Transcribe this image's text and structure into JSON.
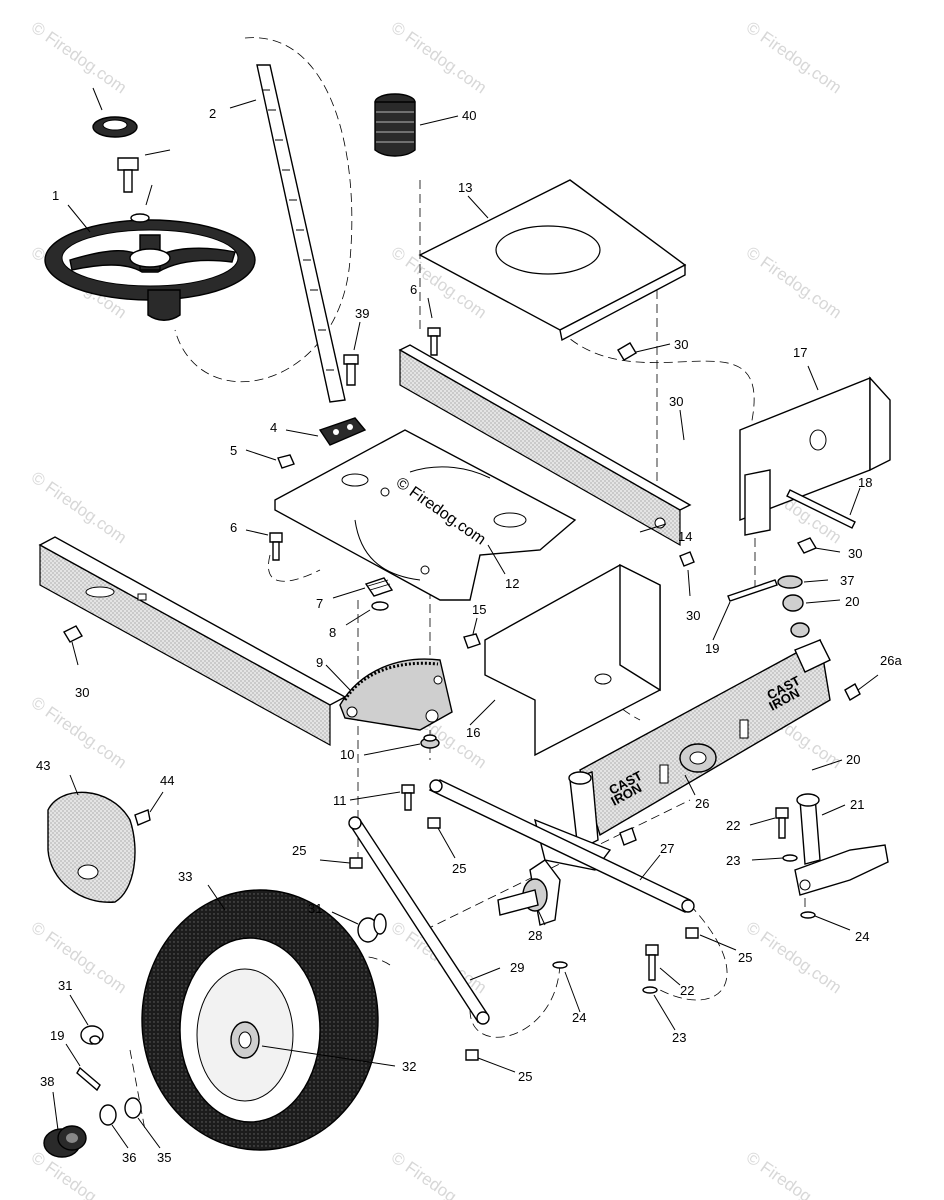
{
  "diagram": {
    "watermark_text": "© Firedog.com",
    "center_watermark": "© Firedog.com",
    "casting_text": [
      "CAST",
      "IRON"
    ],
    "callouts": [
      "1",
      "2",
      "4",
      "5",
      "6",
      "6",
      "7",
      "8",
      "9",
      "10",
      "11",
      "12",
      "13",
      "14",
      "15",
      "16",
      "17",
      "18",
      "19",
      "19",
      "20",
      "20",
      "21",
      "22",
      "22",
      "23",
      "23",
      "24",
      "24",
      "25",
      "25",
      "25",
      "25",
      "26",
      "26a",
      "27",
      "28",
      "29",
      "30",
      "30",
      "30",
      "30",
      "30",
      "31",
      "31",
      "32",
      "33",
      "35",
      "36",
      "37",
      "38",
      "39",
      "40",
      "43",
      "44"
    ]
  }
}
